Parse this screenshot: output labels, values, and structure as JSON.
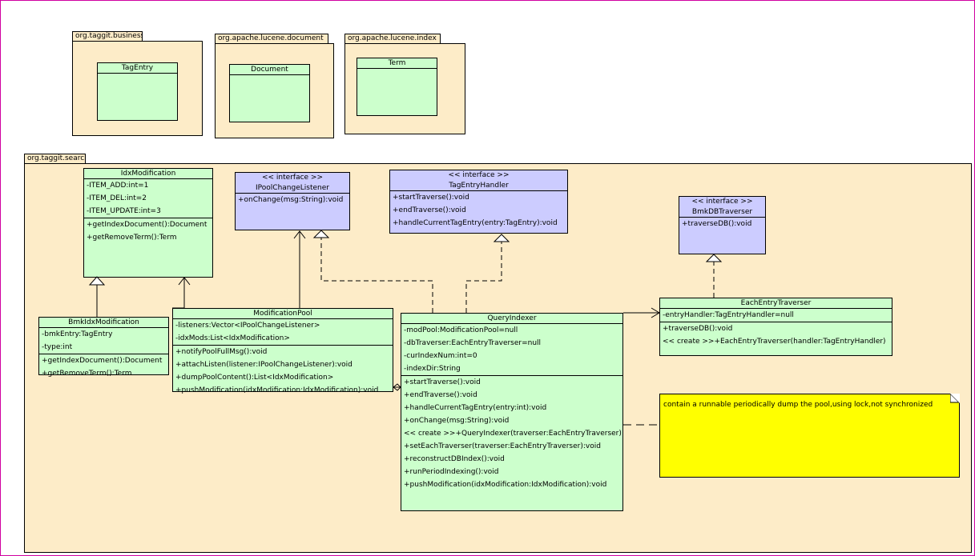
{
  "packages": {
    "business": "org.taggit.business",
    "lucene_document": "org.apache.lucene.document",
    "lucene_index": "org.apache.lucene.index",
    "search": "org.taggit.search"
  },
  "classes": {
    "tag_entry": {
      "name": "TagEntry"
    },
    "document": {
      "name": "Document"
    },
    "term": {
      "name": "Term"
    },
    "idx_modification": {
      "name": "IdxModification",
      "attributes": [
        "-ITEM_ADD:int=1",
        "-ITEM_DEL:int=2",
        "-ITEM_UPDATE:int=3"
      ],
      "methods": [
        "+getIndexDocument():Document",
        "+getRemoveTerm():Term"
      ]
    },
    "ipool_change_listener": {
      "stereotype": "<< interface >>",
      "name": "IPoolChangeListener",
      "methods": [
        "+onChange(msg:String):void"
      ]
    },
    "tag_entry_handler": {
      "stereotype": "<< interface >>",
      "name": "TagEntryHandler",
      "methods": [
        "+startTraverse():void",
        "+endTraverse():void",
        "+handleCurrentTagEntry(entry:TagEntry):void"
      ]
    },
    "bmk_db_traverser": {
      "stereotype": "<< interface >>",
      "name": "BmkDBTraverser",
      "methods": [
        "+traverseDB():void"
      ]
    },
    "bmk_idx_modification": {
      "name": "BmkIdxModification",
      "attributes": [
        "-bmkEntry:TagEntry",
        "-type:int"
      ],
      "methods": [
        "+getIndexDocument():Document",
        "+getRemoveTerm():Term"
      ]
    },
    "modification_pool": {
      "name": "ModificationPool",
      "attributes": [
        "-listeners:Vector<IPoolChangeListener>",
        "-idxMods:List<IdxModification>"
      ],
      "methods": [
        "+notifyPoolFullMsg():void",
        "+attachListen(listener:IPoolChangeListener):void",
        "+dumpPoolContent():List<IdxModification>",
        "+pushModification(idxModification:IdxModification):void"
      ]
    },
    "query_indexer": {
      "name": "QueryIndexer",
      "attributes": [
        "-modPool:ModificationPool=null",
        "-dbTraverser:EachEntryTraverser=null",
        "-curIndexNum:int=0",
        "-indexDir:String"
      ],
      "methods": [
        "+startTraverse():void",
        "+endTraverse():void",
        "+handleCurrentTagEntry(entry:int):void",
        "+onChange(msg:String):void",
        "<< create >>+QueryIndexer(traverser:EachEntryTraverser)",
        "+setEachTraverser(traverser:EachEntryTraverser):void",
        "+reconstructDBIndex():void",
        "+runPeriodIndexing():void",
        "+pushModification(idxModification:IdxModification):void"
      ]
    },
    "each_entry_traverser": {
      "name": "EachEntryTraverser",
      "attributes": [
        "-entryHandler:TagEntryHandler=null"
      ],
      "methods": [
        "+traverseDB():void",
        "<< create >>+EachEntryTraverser(handler:TagEntryHandler)"
      ]
    }
  },
  "note": {
    "text": "contain a runnable periodically dump the pool,using lock,not synchronized"
  },
  "colors": {
    "package_fill": "#fdecc8",
    "class_fill": "#ccffcc",
    "interface_fill": "#ccccff",
    "note_fill": "#ffff00",
    "frame_border": "#d000a0"
  }
}
